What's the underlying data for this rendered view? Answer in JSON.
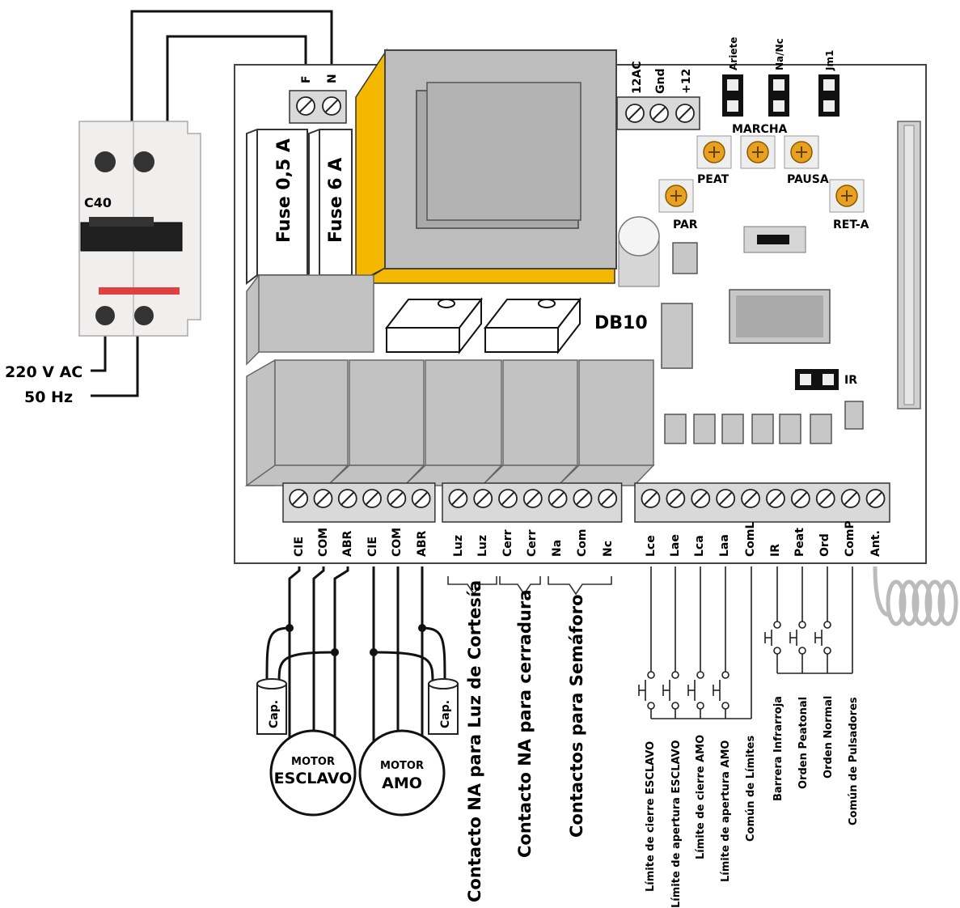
{
  "breaker": {
    "model": "C40",
    "supply_voltage": "220 V AC",
    "supply_freq": "50 Hz"
  },
  "board": {
    "name": "DB10",
    "ir_jumper_label": "IR"
  },
  "top_terminals": {
    "mains": [
      "F",
      "N"
    ],
    "power": [
      "12AC",
      "Gnd",
      "+12"
    ]
  },
  "fuses": [
    "Fuse 0,5 A",
    "Fuse 6 A"
  ],
  "jumpers": [
    "Ariete",
    "Na/Nc",
    "Jm1"
  ],
  "trimmers": {
    "marcha": "MARCHA",
    "peat": "PEAT",
    "pausa": "PAUSA",
    "par": "PAR",
    "ret_a": "RET-A"
  },
  "bottom_terminals": {
    "motors": [
      "CIE",
      "COM",
      "ABR",
      "CIE",
      "COM",
      "ABR"
    ],
    "aux": [
      "Luz",
      "Luz",
      "Cerr",
      "Cerr",
      "Na",
      "Com",
      "Nc"
    ],
    "inputs": [
      "Lce",
      "Lae",
      "Lca",
      "Laa",
      "ComL",
      "IR",
      "Peat",
      "Ord",
      "ComP",
      "Ant."
    ]
  },
  "groups": {
    "luz": "Contacto NA para Luz de Cortesía",
    "cerr": "Contacto NA para cerradura",
    "sem": "Contactos para Semáforo"
  },
  "motors": {
    "slave": {
      "line1": "MOTOR",
      "line2": "ESCLAVO"
    },
    "master": {
      "line1": "MOTOR",
      "line2": "AMO"
    },
    "cap_label": "Cap."
  },
  "limit_labels": [
    "Límite de cierre ESCLAVO",
    "Límite de apertura ESCLAVO",
    "Límite de cierre AMO",
    "Límite de apertura AMO",
    "Común de Límites"
  ],
  "button_labels": [
    "Barrera Infrarroja",
    "Orden Peatonal",
    "Orden Normal",
    "Común de Pulsadores"
  ],
  "colors": {
    "transformer_accent": "#f5b800",
    "trimmer": "#e8a020"
  }
}
